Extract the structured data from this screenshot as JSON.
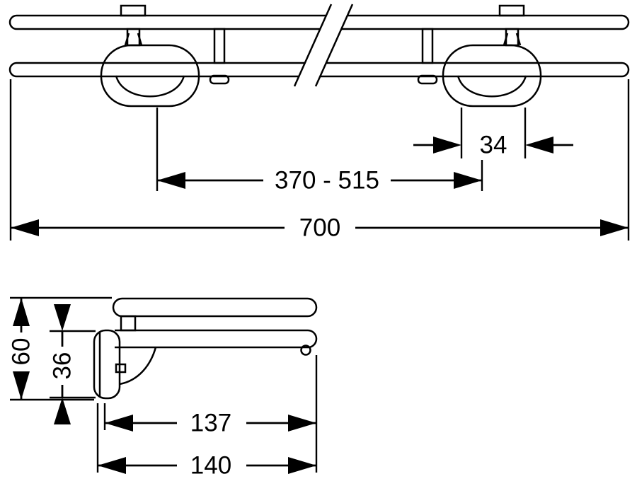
{
  "drawing": {
    "title": "towel-rack-dimension-drawing",
    "colors": {
      "line": "#000000",
      "background": "#ffffff"
    },
    "front_view": {
      "overall_width": "700",
      "adjustable_span": "370 - 515",
      "bracket_width": "34"
    },
    "side_view": {
      "overall_height": "60",
      "plate_height": "36",
      "inner_depth": "137",
      "overall_depth": "140"
    }
  }
}
